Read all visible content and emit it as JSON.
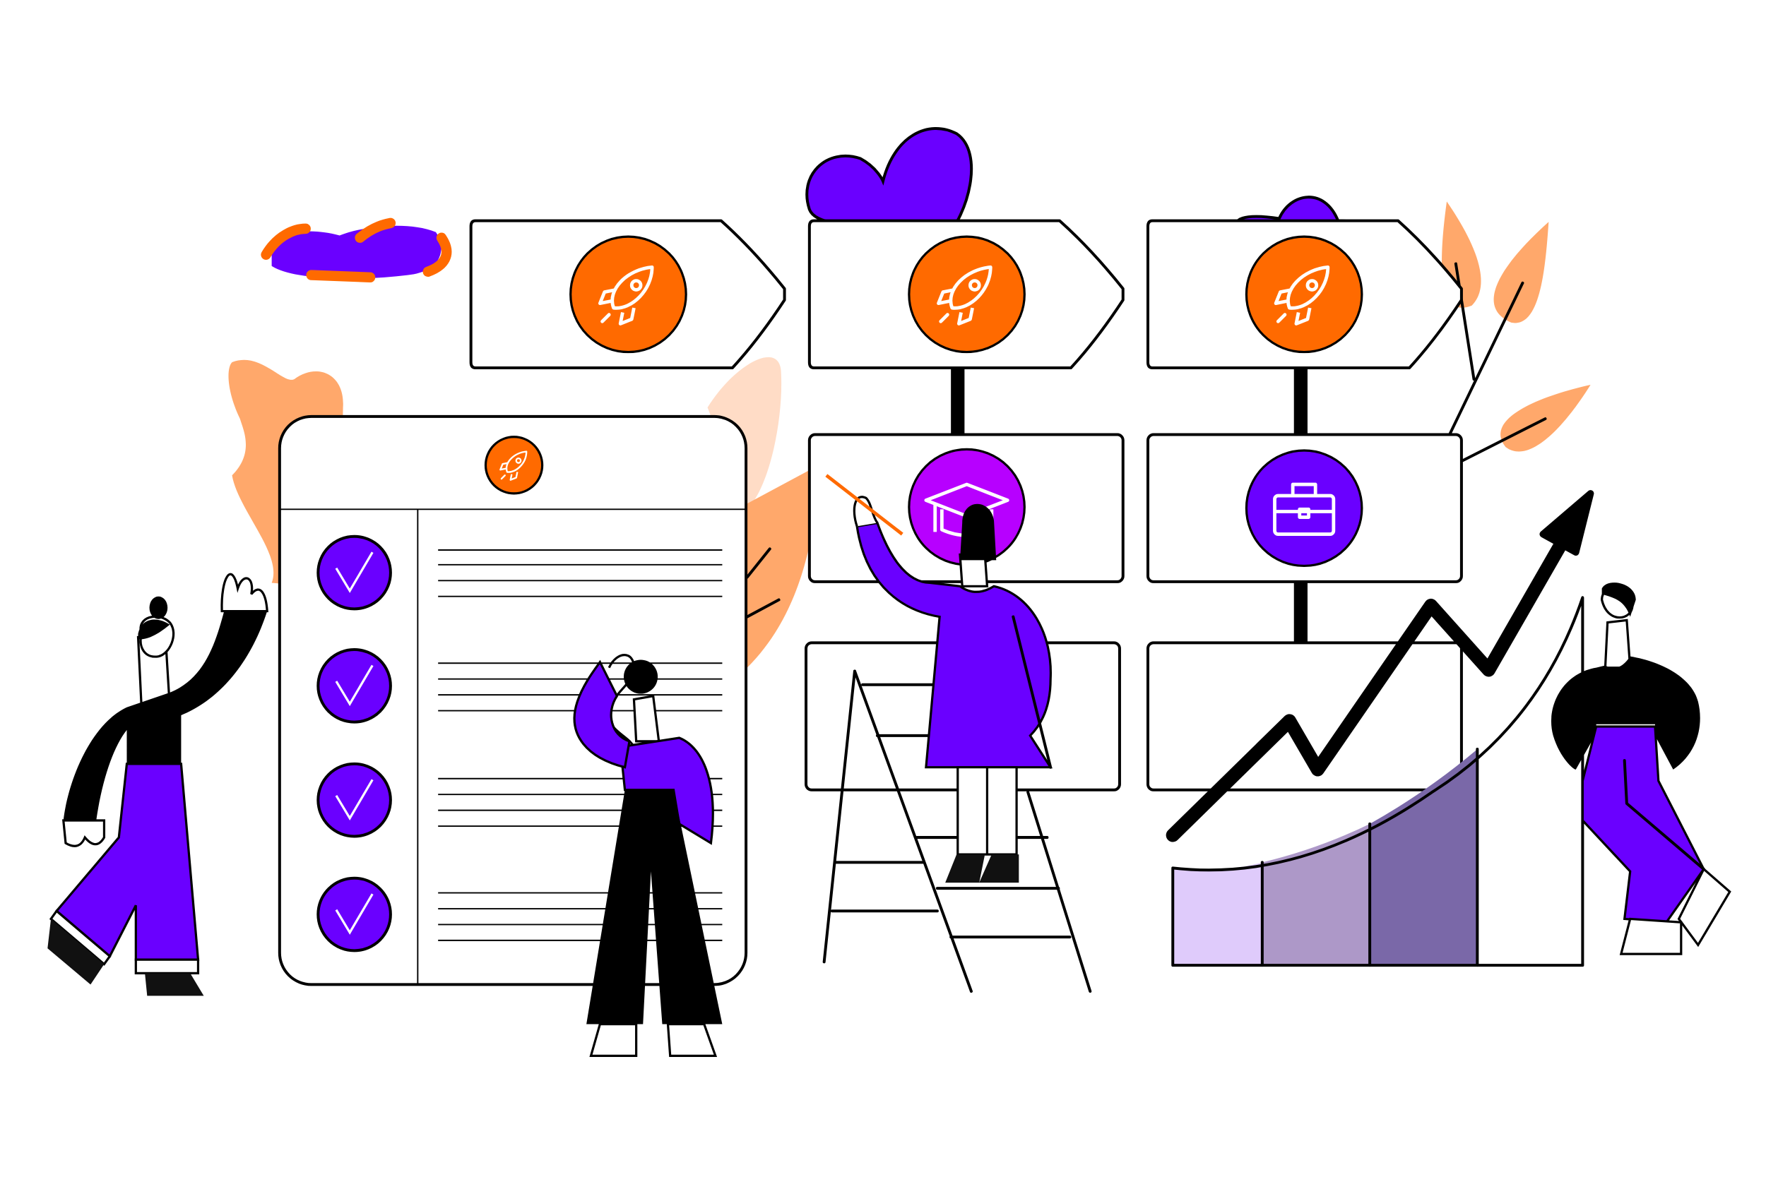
{
  "illustration": {
    "theme": "career roadmap with signposts, checklist and growth chart",
    "colors": {
      "purple": "#6a00ff",
      "magenta": "#b700ff",
      "orange": "#ff6a00",
      "peach": "#ffa86b",
      "light_peach": "#ffdcc6",
      "chart_light": "#dfcbfb",
      "chart_mid": "#ad98c8",
      "chart_dark": "#7a68a8",
      "outline": "#000000"
    },
    "icons": [
      "rocket-icon",
      "graduation-cap-icon",
      "briefcase-icon",
      "checkmark-icon",
      "trend-arrow-icon"
    ],
    "checklist_items_checked": 4,
    "checklist_items_total": 4
  }
}
